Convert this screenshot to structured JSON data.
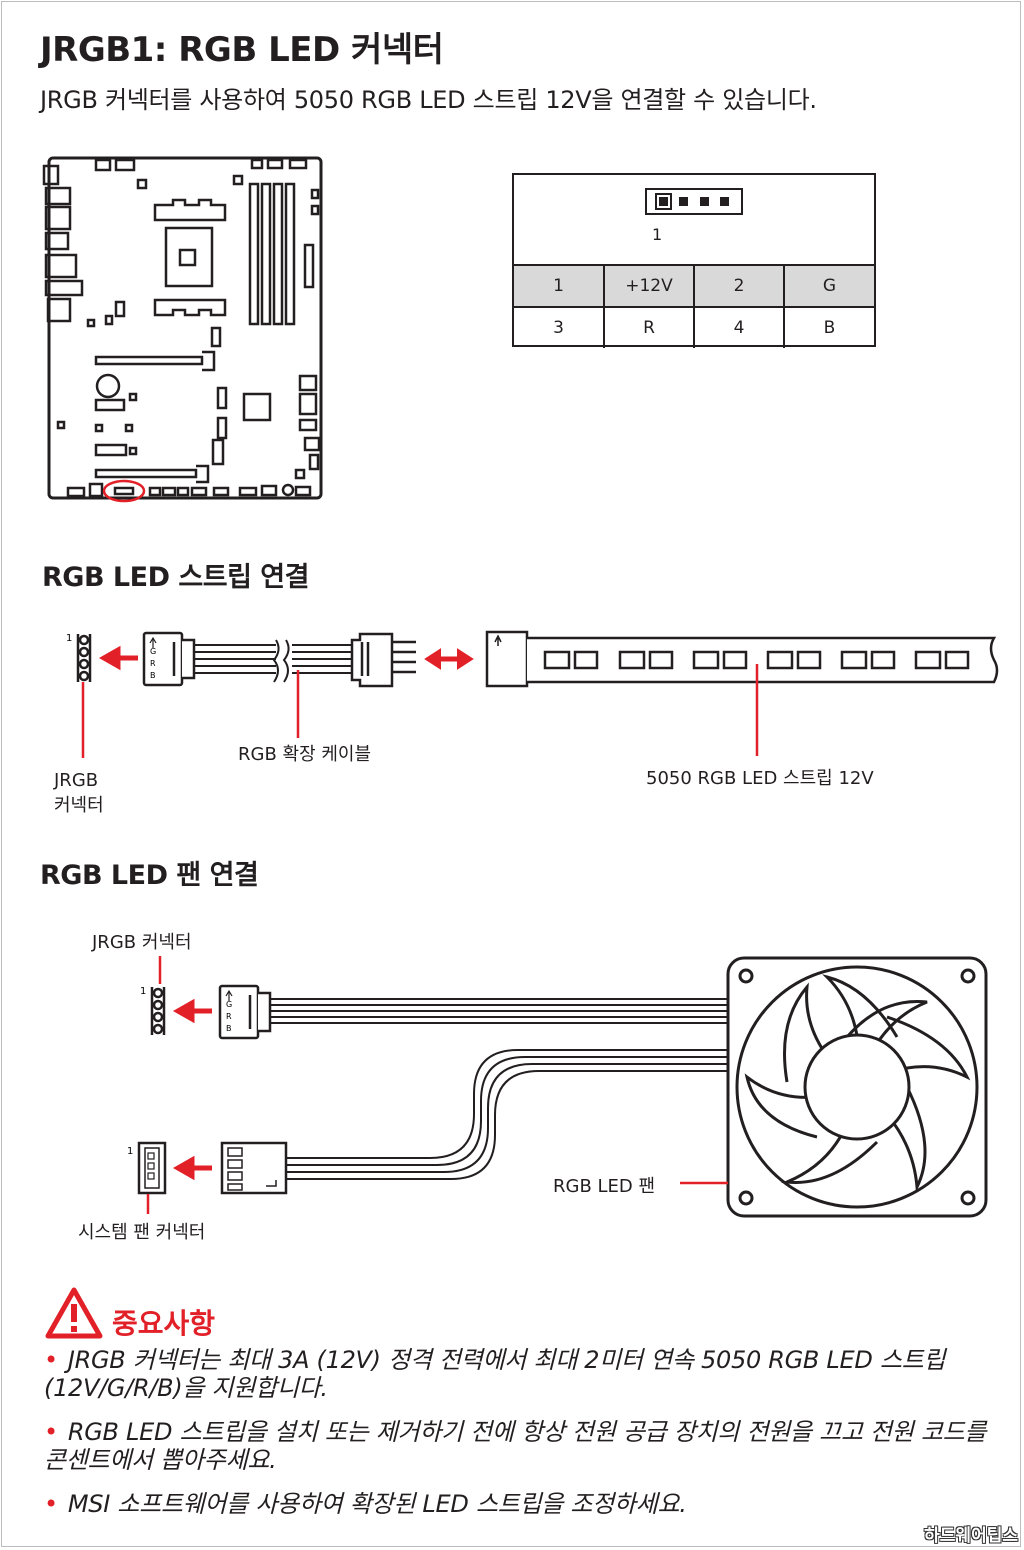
{
  "header": {
    "title": "JRGB1: RGB LED 커넥터",
    "subtitle": "JRGB 커넥터를 사용하여 5050 RGB LED 스트립 12V을 연결할 수 있습니다."
  },
  "pin_table": {
    "pin_one_label": "1",
    "rows": [
      [
        "1",
        "+12V",
        "2",
        "G"
      ],
      [
        "3",
        "R",
        "4",
        "B"
      ]
    ]
  },
  "strip_section": {
    "heading": "RGB LED 스트립 연결",
    "pin_one": "1",
    "jrgb_label_line1": "JRGB",
    "jrgb_label_line2": "커넥터",
    "cable_label": "RGB 확장 케이블",
    "strip_label": "5050 RGB LED 스트립 12V",
    "plug_letters": [
      "G",
      "R",
      "B"
    ]
  },
  "fan_section": {
    "heading": "RGB LED 팬 연결",
    "jrgb_label": "JRGB 커넥터",
    "pin_one_top": "1",
    "pin_one_bottom": "1",
    "plug_letters": [
      "G",
      "R",
      "B"
    ],
    "fan_label": "RGB LED 팬",
    "sys_fan_label": "시스템 팬 커넥터"
  },
  "notice": {
    "title": "중요사항",
    "items": [
      "JRGB 커넥터는 최대 3A (12V) 정격 전력에서 최대 2미터 연속 5050 RGB LED 스트립 (12V/G/R/B)을 지원합니다.",
      "RGB LED 스트립을 설치 또는 제거하기 전에 항상 전원 공급 장치의 전원을 끄고 전원 코드를 콘센트에서 뽑아주세요.",
      "MSI 소프트웨어를 사용하여 확장된 LED 스트립을 조정하세요."
    ]
  },
  "watermark": "하드웨어팁스",
  "colors": {
    "accent_red": "#e22028",
    "line": "#231f20",
    "table_header_gray": "#d9d9d9"
  }
}
